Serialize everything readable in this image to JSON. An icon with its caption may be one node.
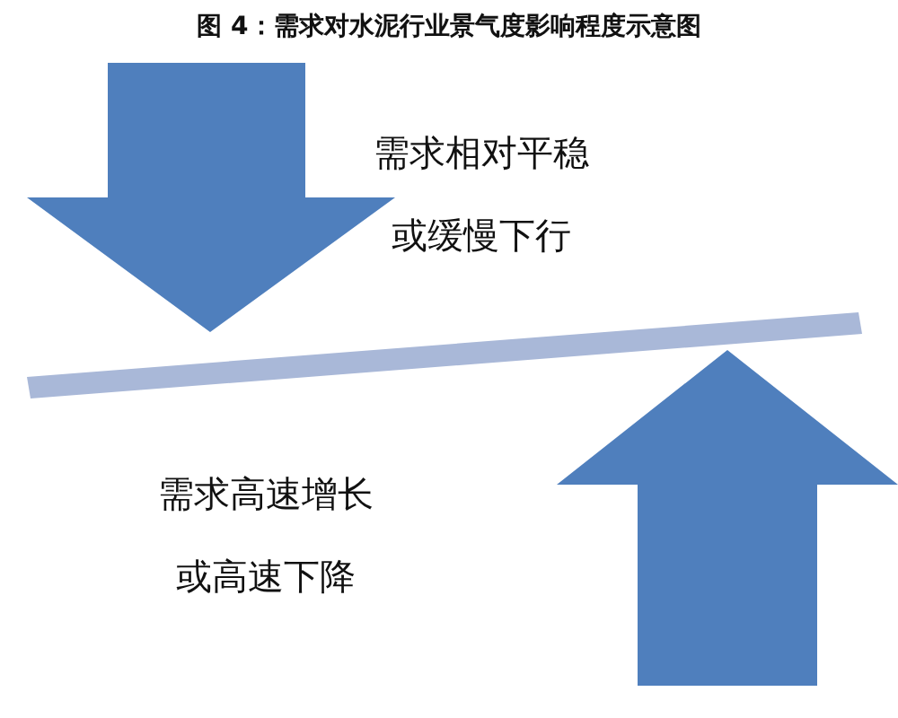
{
  "diagram": {
    "title": "图 4：需求对水泥行业景气度影响程度示意图",
    "labels": [
      "需求相对平稳",
      "或缓慢下行",
      "需求高速增长",
      "或高速下降"
    ]
  }
}
